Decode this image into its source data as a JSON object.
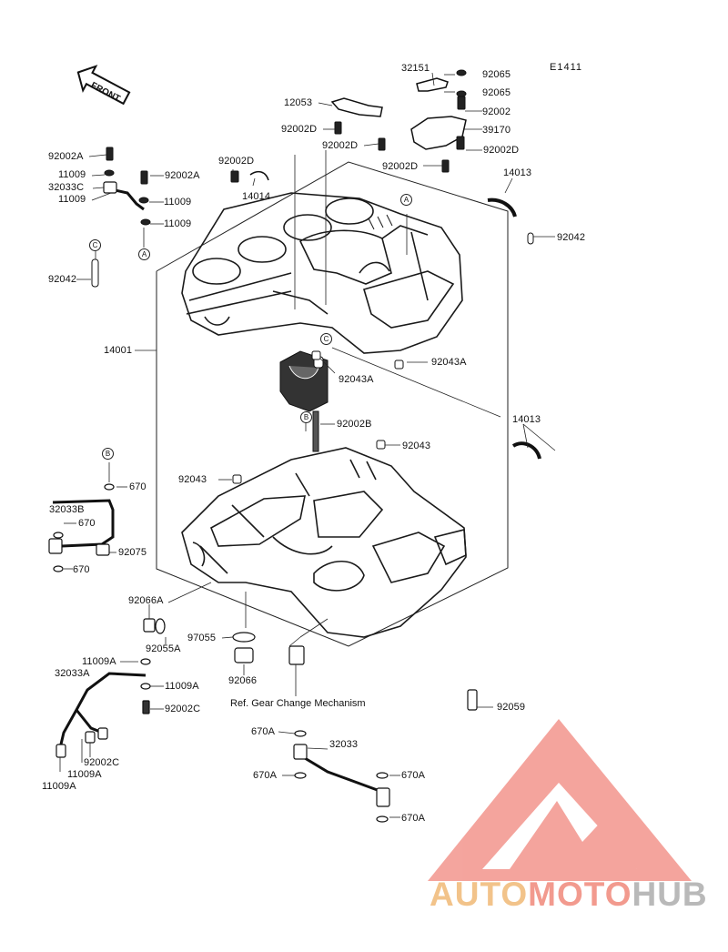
{
  "diagram": {
    "figure_code": "E1411",
    "front_label": "FRONT",
    "ref_note": "Ref. Gear Change Mechanism",
    "markers": {
      "a": "A",
      "b": "B",
      "c": "C"
    },
    "parts": {
      "p32151": "32151",
      "p92065a": "92065",
      "p92065b": "92065",
      "p12053": "12053",
      "p92002r": "92002",
      "p39170": "39170",
      "p92002d_1": "92002D",
      "p92002d_2": "92002D",
      "p92002d_3": "92002D",
      "p92002d_4": "92002D",
      "p92002d_5": "92002D",
      "p92002a_l": "92002A",
      "p92002a_r": "92002A",
      "p11009_1": "11009",
      "p32033c": "32033C",
      "p11009_2": "11009",
      "p11009_3": "11009",
      "p11009_4": "11009",
      "p14014": "14014",
      "p14013_top": "14013",
      "p92042_r": "92042",
      "p92042_l": "92042",
      "p14001": "14001",
      "p92043a_1": "92043A",
      "p92043a_2": "92043A",
      "p92002b": "92002B",
      "p14013_mid": "14013",
      "p92043_r": "92043",
      "p92043_l": "92043",
      "p670_1": "670",
      "p32033b": "32033B",
      "p670_2": "670",
      "p92075": "92075",
      "p670_3": "670",
      "p92066a": "92066A",
      "p92055a": "92055A",
      "p97055": "97055",
      "p92066": "92066",
      "p11009a_1": "11009A",
      "p32033a": "32033A",
      "p11009a_2": "11009A",
      "p92002c_1": "92002C",
      "p92002c_2": "92002C",
      "p11009a_3": "11009A",
      "p11009a_4": "11009A",
      "p92059": "92059",
      "p670a_1": "670A",
      "p32033": "32033",
      "p670a_2": "670A",
      "p670a_3": "670A",
      "p670a_4": "670A"
    }
  },
  "watermark": {
    "part1": "AUTO",
    "part2": "MOTO",
    "part3": "HUB",
    "colors": {
      "auto": "#f2c38a",
      "moto": "#f29a8e",
      "hub": "#b9b9b9",
      "logo": "#f39b93"
    }
  }
}
